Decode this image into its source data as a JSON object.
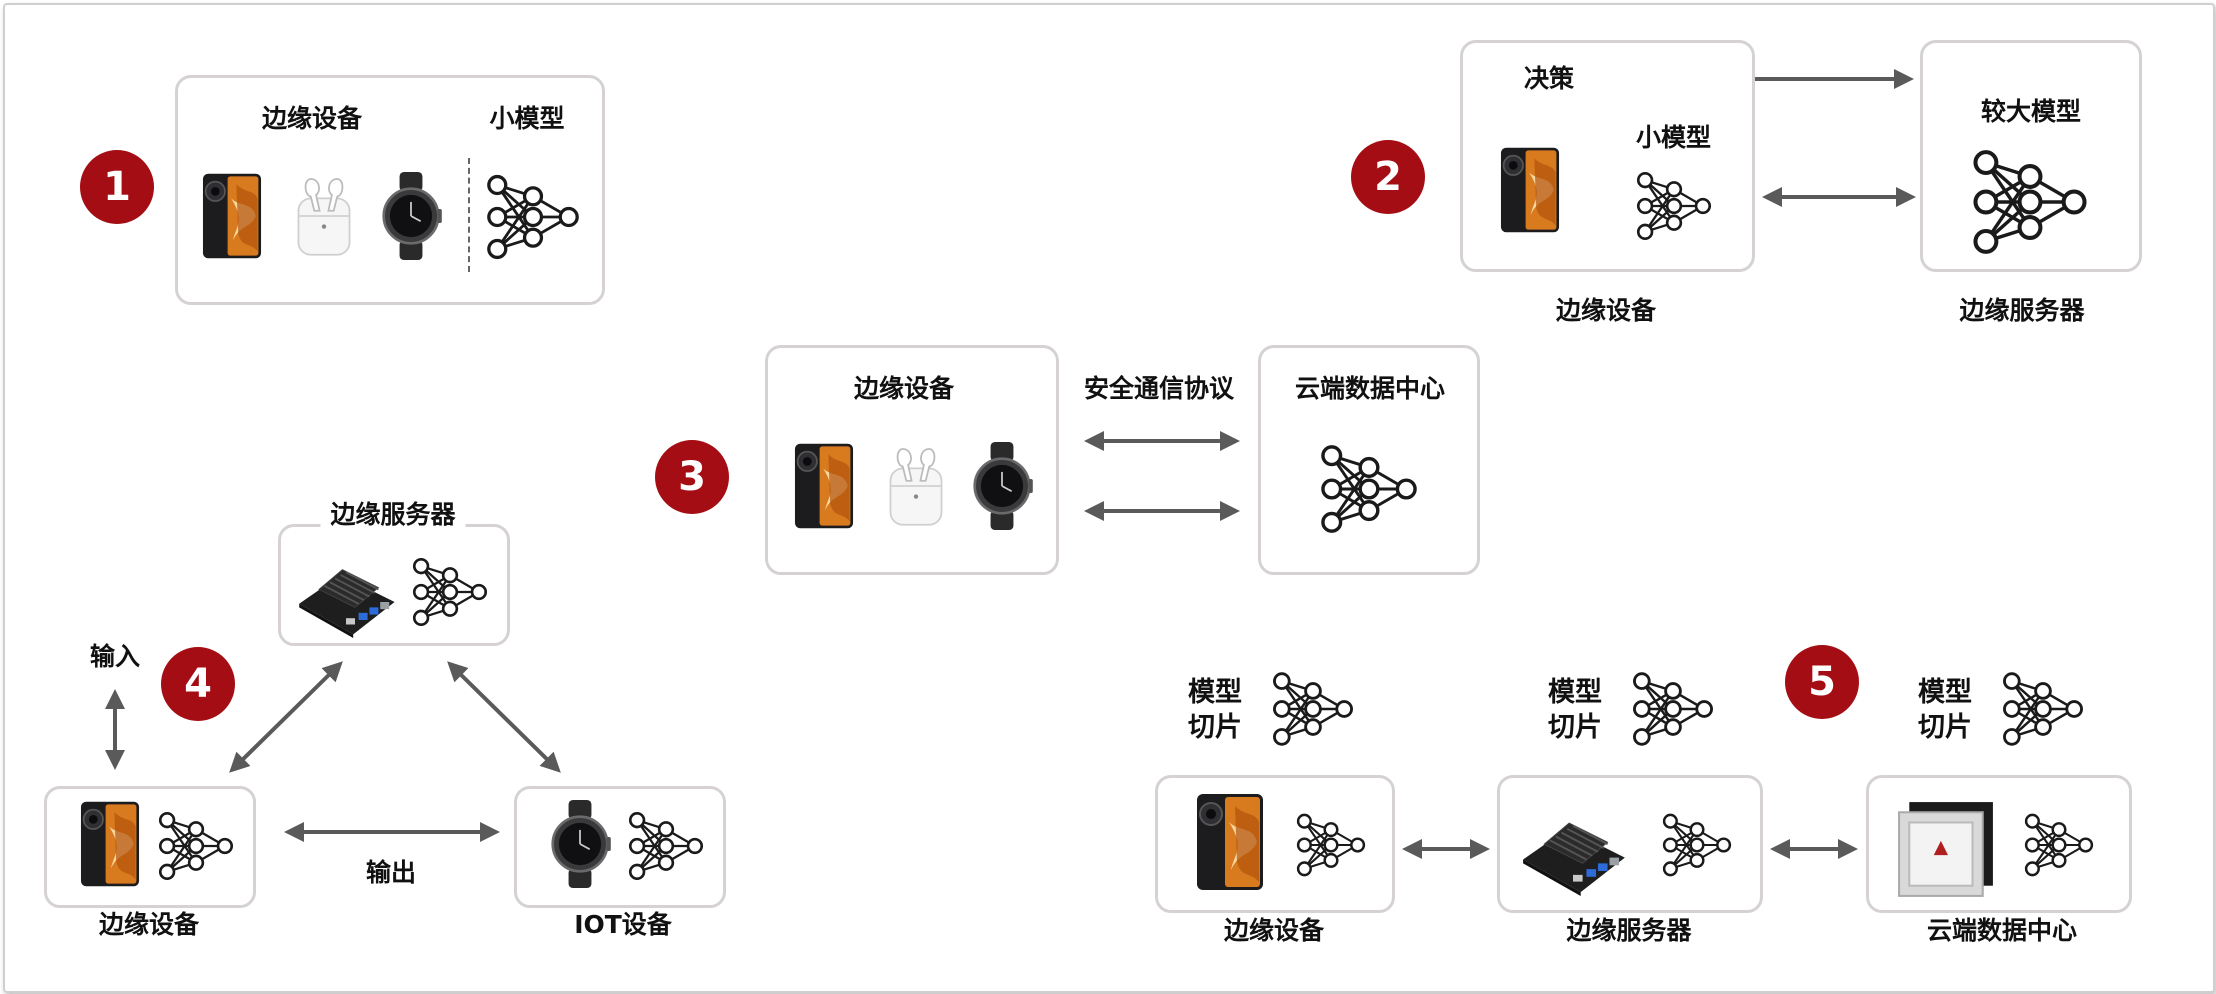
{
  "s1": {
    "num": "1",
    "devices_label": "边缘设备",
    "model_label": "小模型"
  },
  "s2": {
    "num": "2",
    "decision_label": "决策",
    "small_model_label": "小模型",
    "larger_model_label": "较大模型",
    "edge_device_caption": "边缘设备",
    "edge_server_caption": "边缘服务器"
  },
  "s3": {
    "num": "3",
    "devices_label": "边缘设备",
    "protocol_label": "安全通信协议",
    "cloud_label": "云端数据中心"
  },
  "s4": {
    "num": "4",
    "server_label": "边缘服务器",
    "input_label": "输入",
    "output_label": "输出",
    "edge_device_caption": "边缘设备",
    "iot_caption": "IOT设备"
  },
  "s5": {
    "num": "5",
    "slice_label_1": "模型\n切片",
    "slice_label_2": "模型\n切片",
    "slice_label_3": "模型\n切片",
    "edge_device_caption": "边缘设备",
    "edge_server_caption": "边缘服务器",
    "cloud_caption": "云端数据中心"
  },
  "colors": {
    "badge": "#a50d14",
    "box_border": "#d6d2d2",
    "arrow": "#5a5a5a"
  }
}
